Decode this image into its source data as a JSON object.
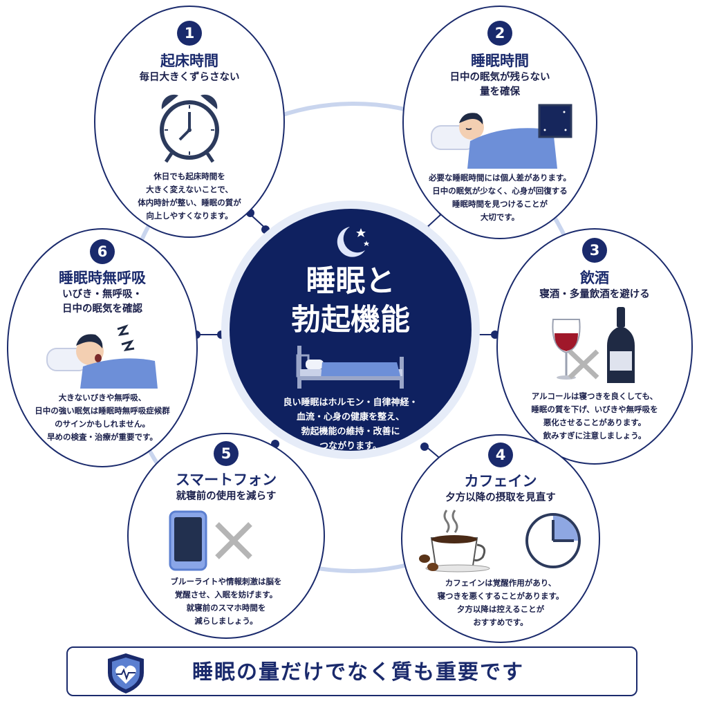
{
  "center": {
    "title_line1": "睡眠と",
    "title_line2": "勃起機能",
    "body": [
      "良い睡眠はホルモン・自律神経・",
      "血流・心身の健康を整え、",
      "勃起機能の維持・改善に",
      "つながります。"
    ]
  },
  "items": [
    {
      "number": "1",
      "title": "起床時間",
      "subtitle": [
        "毎日大きくずらさない"
      ],
      "body": [
        "休日でも起床時間を",
        "大きく変えないことで、",
        "体内時計が整い、睡眠の質が",
        "向上しやすくなります。"
      ]
    },
    {
      "number": "2",
      "title": "睡眠時間",
      "subtitle": [
        "日中の眠気が残らない",
        "量を確保"
      ],
      "body": [
        "必要な睡眠時間には個人差があります。",
        "日中の眠気が少なく、心身が回復する",
        "睡眠時間を見つけることが",
        "大切です。"
      ]
    },
    {
      "number": "3",
      "title": "飲酒",
      "subtitle": [
        "寝酒・多量飲酒を避ける"
      ],
      "body": [
        "アルコールは寝つきを良くしても、",
        "睡眠の質を下げ、いびきや無呼吸を",
        "悪化させることがあります。",
        "飲みすぎに注意しましょう。"
      ]
    },
    {
      "number": "4",
      "title": "カフェイン",
      "subtitle": [
        "夕方以降の摂取を見直す"
      ],
      "body": [
        "カフェインは覚醒作用があり、",
        "寝つきを悪くすることがあります。",
        "夕方以降は控えることが",
        "おすすめです。"
      ]
    },
    {
      "number": "5",
      "title": "スマートフォン",
      "subtitle": [
        "就寝前の使用を減らす"
      ],
      "body": [
        "ブルーライトや情報刺激は脳を",
        "覚醒させ、入眠を妨げます。",
        "就寝前のスマホ時間を",
        "減らしましょう。"
      ]
    },
    {
      "number": "6",
      "title": "睡眠時無呼吸",
      "subtitle": [
        "いびき・無呼吸・",
        "日中の眠気を確認"
      ],
      "body": [
        "大きないびきや無呼吸、",
        "日中の強い眠気は睡眠時無呼吸症候群",
        "のサインかもしれません。",
        "早めの検査・治療が重要です。"
      ]
    }
  ],
  "banner": {
    "text": "睡眠の量だけでなく質も重要です",
    "icon": "shield-heart-icon"
  },
  "icons": [
    "alarm-clock-icon",
    "sleeping-man-icon",
    "moon-night-window-icon",
    "wine-glass-icon",
    "wine-bottle-icon",
    "cross-mark-icon",
    "coffee-cup-icon",
    "coffee-beans-icon",
    "clock-evening-icon",
    "smartphone-icon",
    "snoring-man-icon",
    "crescent-moon-icon",
    "bed-icon"
  ],
  "colors": {
    "navy": "#1a2a6c",
    "center_bg": "#0f2160",
    "ring": "#c9d5ee",
    "accent_blue": "#5b7fd0",
    "wine": "#a0182a",
    "cross": "#b5b5b5"
  }
}
